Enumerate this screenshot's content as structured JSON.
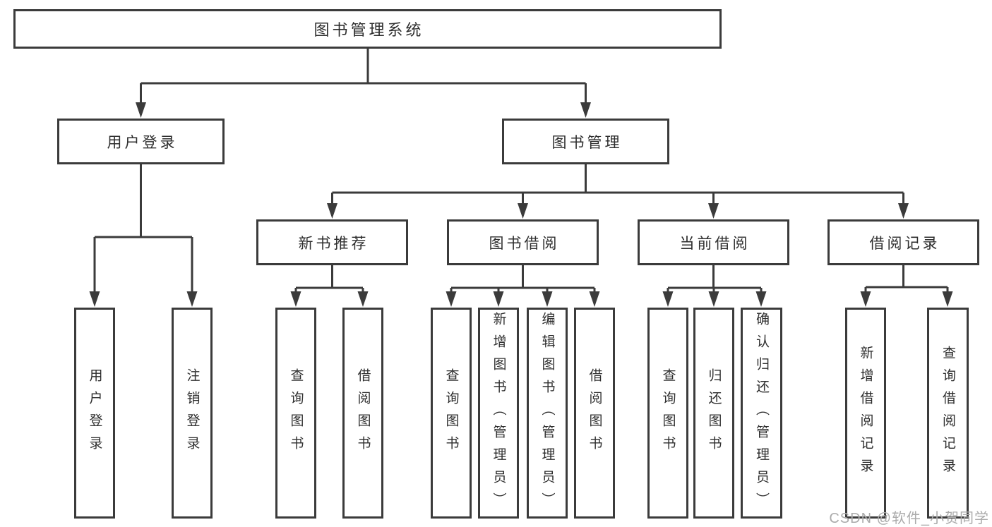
{
  "tree": {
    "root": {
      "label": "图书管理系统"
    },
    "branches": [
      {
        "label": "用户登录",
        "children": [
          {
            "label": "用户登录"
          },
          {
            "label": "注销登录"
          }
        ]
      },
      {
        "label": "图书管理",
        "children": [
          {
            "label": "新书推荐",
            "children": [
              {
                "label": "查询图书"
              },
              {
                "label": "借阅图书"
              }
            ]
          },
          {
            "label": "图书借阅",
            "children": [
              {
                "label": "查询图书"
              },
              {
                "label": "新增图书（管理员）"
              },
              {
                "label": "编辑图书（管理员）"
              },
              {
                "label": "借阅图书"
              }
            ]
          },
          {
            "label": "当前借阅",
            "children": [
              {
                "label": "查询图书"
              },
              {
                "label": "归还图书"
              },
              {
                "label": "确认归还（管理员）"
              }
            ]
          },
          {
            "label": "借阅记录",
            "children": [
              {
                "label": "新增借阅记录"
              },
              {
                "label": "查询借阅记录"
              }
            ]
          }
        ]
      }
    ]
  },
  "watermark": {
    "text": "CSDN @软件_小贺同学"
  },
  "colors": {
    "line": "#3b3b3b",
    "text": "#2e2e2e",
    "watermark": "#ababab",
    "background": "#ffffff"
  }
}
